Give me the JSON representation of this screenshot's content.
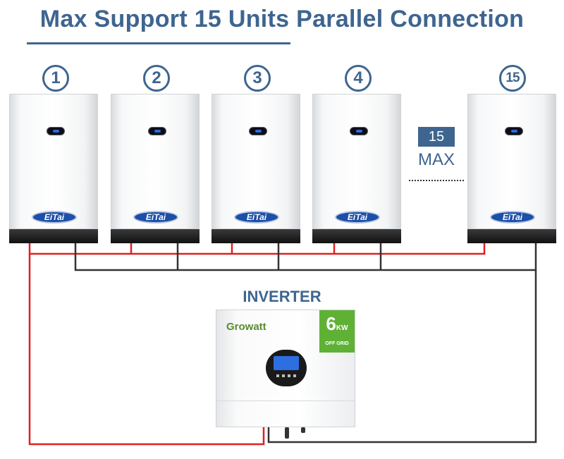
{
  "title": "Max Support 15 Units Parallel Connection",
  "units": [
    {
      "number": "1",
      "brand": "EiTai"
    },
    {
      "number": "2",
      "brand": "EiTai"
    },
    {
      "number": "3",
      "brand": "EiTai"
    },
    {
      "number": "4",
      "brand": "EiTai"
    },
    {
      "number": "15",
      "brand": "EiTai"
    }
  ],
  "max_count": "15",
  "max_label": "MAX",
  "inverter": {
    "label": "INVERTER",
    "brand": "Growatt",
    "power_value": "6",
    "power_unit": "KW",
    "mode": "OFF GRID"
  },
  "colors": {
    "accent": "#3e6590",
    "positive_wire": "#e02020",
    "negative_wire": "#333333",
    "badge": "#5fb136"
  }
}
